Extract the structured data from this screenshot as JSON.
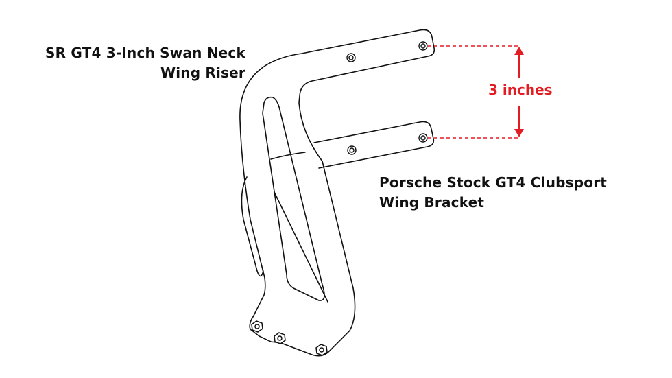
{
  "labels": {
    "riser_line1": "SR GT4 3-Inch Swan Neck",
    "riser_line2": "Wing Riser",
    "bracket_line1": "Porsche Stock GT4 Clubsport",
    "bracket_line2": "Wing Bracket"
  },
  "dimension": {
    "text": "3 inches",
    "color": "#e31b23"
  },
  "colors": {
    "line": "#111111",
    "background": "#ffffff"
  }
}
